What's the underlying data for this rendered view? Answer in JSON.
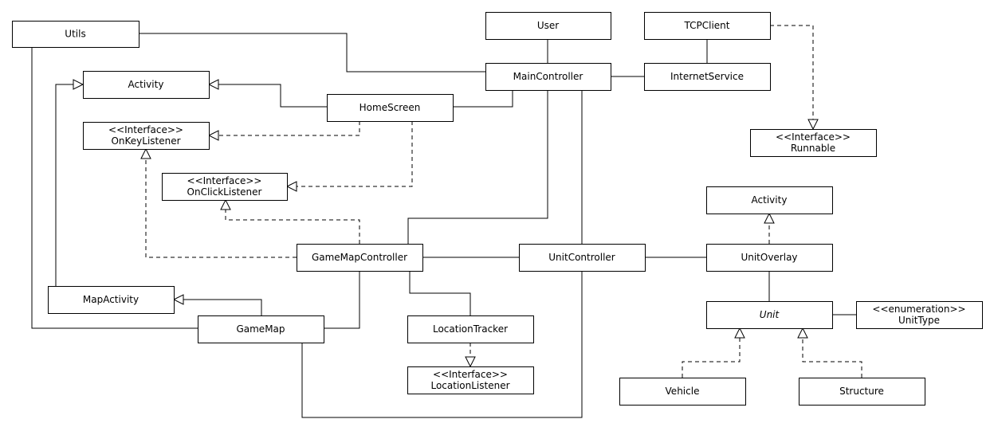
{
  "classes": {
    "utils": {
      "lines": [
        "Utils"
      ]
    },
    "user": {
      "lines": [
        "User"
      ]
    },
    "tcp_client": {
      "lines": [
        "TCPClient"
      ]
    },
    "activity_main": {
      "lines": [
        "Activity"
      ]
    },
    "main_controller": {
      "lines": [
        "MainController"
      ]
    },
    "internet_service": {
      "lines": [
        "InternetService"
      ]
    },
    "home_screen": {
      "lines": [
        "HomeScreen"
      ]
    },
    "on_key_listener": {
      "lines": [
        "<<Interface>>",
        "OnKeyListener"
      ]
    },
    "runnable": {
      "lines": [
        "<<Interface>>",
        "Runnable"
      ]
    },
    "on_click_listener": {
      "lines": [
        "<<Interface>>",
        "OnClickListener"
      ]
    },
    "activity_overlay": {
      "lines": [
        "Activity"
      ]
    },
    "game_map_controller": {
      "lines": [
        "GameMapController"
      ]
    },
    "unit_controller": {
      "lines": [
        "UnitController"
      ]
    },
    "unit_overlay": {
      "lines": [
        "UnitOverlay"
      ]
    },
    "map_activity": {
      "lines": [
        "MapActivity"
      ]
    },
    "unit": {
      "lines": [
        "Unit"
      ],
      "italic": true
    },
    "unit_type": {
      "lines": [
        "<<enumeration>>",
        "UnitType"
      ]
    },
    "game_map": {
      "lines": [
        "GameMap"
      ]
    },
    "location_tracker": {
      "lines": [
        "LocationTracker"
      ]
    },
    "location_listener": {
      "lines": [
        "<<Interface>>",
        "LocationListener"
      ]
    },
    "vehicle": {
      "lines": [
        "Vehicle"
      ]
    },
    "structure": {
      "lines": [
        "Structure"
      ]
    }
  },
  "relationships": [
    {
      "from": "utils",
      "to": "main_controller",
      "kind": "association"
    },
    {
      "from": "utils",
      "to": "game_map",
      "kind": "association"
    },
    {
      "from": "user",
      "to": "main_controller",
      "kind": "association"
    },
    {
      "from": "tcp_client",
      "to": "internet_service",
      "kind": "association"
    },
    {
      "from": "tcp_client",
      "to": "runnable",
      "kind": "realization"
    },
    {
      "from": "main_controller",
      "to": "internet_service",
      "kind": "association"
    },
    {
      "from": "home_screen",
      "to": "main_controller",
      "kind": "association"
    },
    {
      "from": "home_screen",
      "to": "activity_main",
      "kind": "generalization"
    },
    {
      "from": "home_screen",
      "to": "on_key_listener",
      "kind": "realization"
    },
    {
      "from": "home_screen",
      "to": "on_click_listener",
      "kind": "realization"
    },
    {
      "from": "main_controller",
      "to": "game_map_controller",
      "kind": "association"
    },
    {
      "from": "main_controller",
      "to": "unit_controller",
      "kind": "association"
    },
    {
      "from": "map_activity",
      "to": "activity_main",
      "kind": "generalization"
    },
    {
      "from": "game_map_controller",
      "to": "on_key_listener",
      "kind": "realization"
    },
    {
      "from": "game_map_controller",
      "to": "on_click_listener",
      "kind": "realization"
    },
    {
      "from": "game_map_controller",
      "to": "unit_controller",
      "kind": "association"
    },
    {
      "from": "game_map_controller",
      "to": "game_map",
      "kind": "association"
    },
    {
      "from": "game_map_controller",
      "to": "location_tracker",
      "kind": "association"
    },
    {
      "from": "game_map",
      "to": "map_activity",
      "kind": "generalization"
    },
    {
      "from": "game_map",
      "to": "unit_controller",
      "kind": "association"
    },
    {
      "from": "location_tracker",
      "to": "location_listener",
      "kind": "realization"
    },
    {
      "from": "unit_controller",
      "to": "unit_overlay",
      "kind": "association"
    },
    {
      "from": "unit_overlay",
      "to": "activity_overlay",
      "kind": "realization"
    },
    {
      "from": "unit_overlay",
      "to": "unit",
      "kind": "association"
    },
    {
      "from": "unit",
      "to": "unit_type",
      "kind": "association"
    },
    {
      "from": "vehicle",
      "to": "unit",
      "kind": "realization"
    },
    {
      "from": "structure",
      "to": "unit",
      "kind": "realization"
    }
  ]
}
